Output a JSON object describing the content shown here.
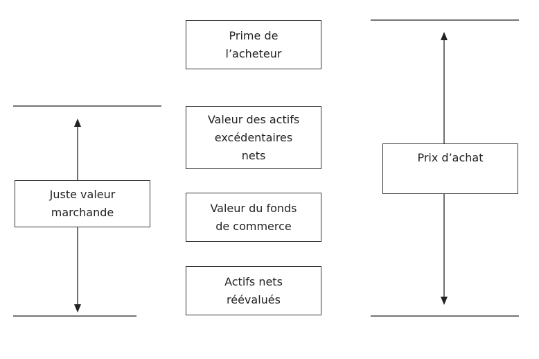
{
  "boxes": {
    "prime": "Prime de\nl’acheteur",
    "excedentaires": "Valeur des actifs\nexcédentaires\nnets",
    "fonds": "Valeur du fonds\nde commerce",
    "actifs": "Actifs nets\nréévalués",
    "juste": "Juste valeur\nmarchande",
    "prix": "Prix d’achat"
  },
  "colors": {
    "line": "#222222",
    "border": "#333333",
    "text": "#222222"
  }
}
